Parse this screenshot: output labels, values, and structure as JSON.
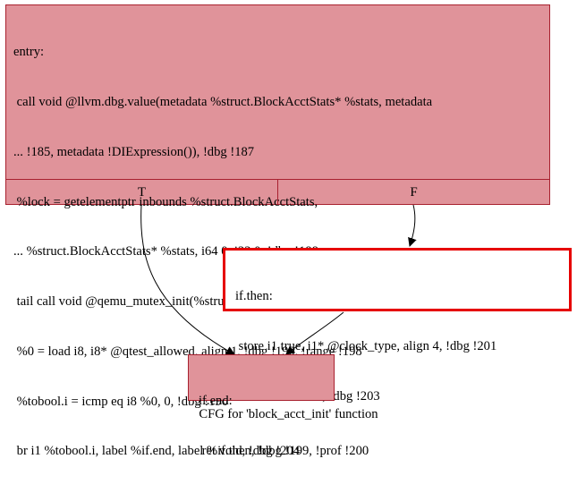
{
  "nodes": {
    "entry": {
      "lines": [
        "entry:",
        " call void @llvm.dbg.value(metadata %struct.BlockAcctStats* %stats, metadata",
        "... !185, metadata !DIExpression()), !dbg !187",
        " %lock = getelementptr inbounds %struct.BlockAcctStats,",
        "... %struct.BlockAcctStats* %stats, i64 0, i32 0, !dbg !188",
        " tail call void @qemu_mutex_init(%struct.QemuMutex* %lock) #12, !dbg !189",
        " %0 = load i8, i8* @qtest_allowed, align 1, !dbg !190, !range !198",
        " %tobool.i = icmp eq i8 %0, 0, !dbg !190",
        " br i1 %tobool.i, label %if.end, label %if.then, !dbg !199, !prof !200"
      ],
      "port_true": "T",
      "port_false": "F"
    },
    "if_then": {
      "lines": [
        "if.then:",
        " store i1 true, i1* @clock_type, align 4, !dbg !201",
        " br label %if.end, !dbg !203"
      ]
    },
    "if_end": {
      "lines": [
        "if.end:",
        " ret void, !dbg !204"
      ]
    }
  },
  "caption": "CFG for 'block_acct_init' function",
  "colors": {
    "node_fill": "#e0939a",
    "node_border": "#a8212f",
    "highlight_border": "#e60000"
  }
}
